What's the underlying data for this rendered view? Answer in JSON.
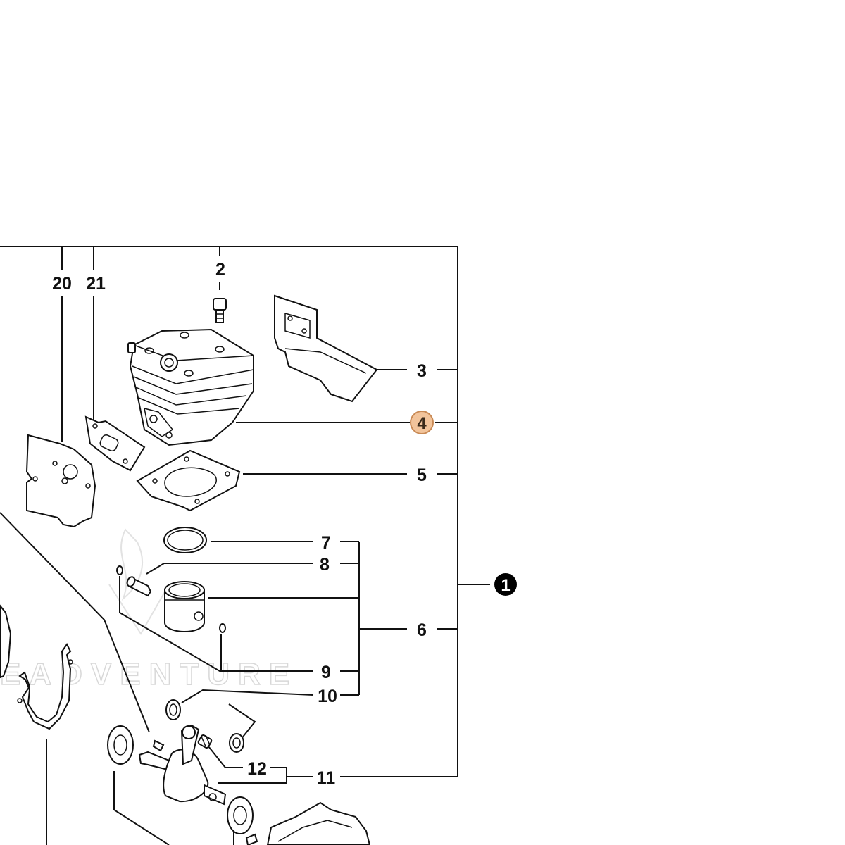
{
  "callouts": {
    "c1": "1",
    "c2": "2",
    "c3": "3",
    "c4": "4",
    "c5": "5",
    "c6": "6",
    "c7": "7",
    "c8": "8",
    "c9": "9",
    "c10": "10",
    "c11": "11",
    "c12": "12",
    "c20": "20",
    "c21": "21"
  },
  "highlight_color": "#f2c49b",
  "highlight_stroke": "#c98a55",
  "watermark": "EADVENTURE"
}
